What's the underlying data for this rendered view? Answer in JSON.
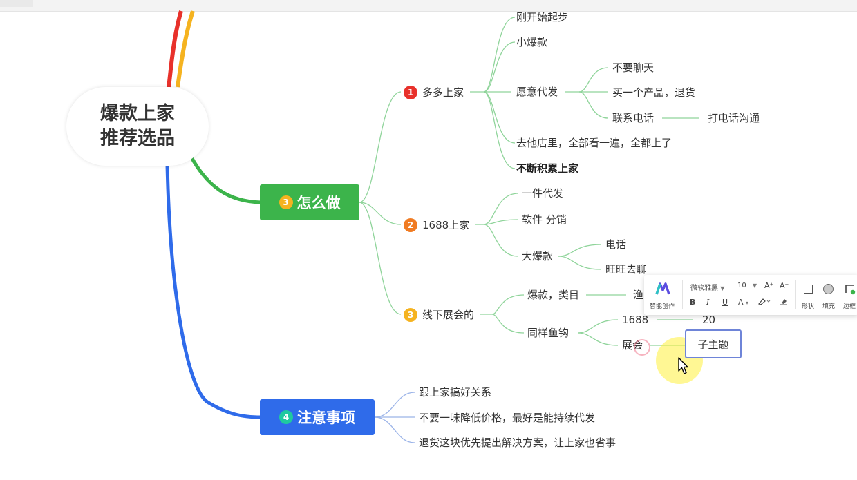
{
  "root": {
    "line1": "爆款上家",
    "line2": "推荐选品"
  },
  "how": {
    "badge": "3",
    "label": "怎么做",
    "pdd": {
      "badge": "1",
      "label": "多多上家",
      "items": {
        "start": "刚开始起步",
        "small": "小爆款",
        "willing": "愿意代发",
        "nochat": "不要聊天",
        "buyone": "买一个产品，退货",
        "contact": "联系电话",
        "call": "打电话沟通",
        "visit": "去他店里，全部看一遍，全都上了",
        "accumulate": "不断积累上家"
      }
    },
    "s1688": {
      "badge": "2",
      "label": "1688上家",
      "items": {
        "dropship": "一件代发",
        "software": "软件 分销",
        "bighit": "大爆款",
        "phone": "电话",
        "wangwang": "旺旺去聊"
      }
    },
    "expo": {
      "badge": "3",
      "label": "线下展会的",
      "items": {
        "category": "爆款，类目",
        "fish": "渔",
        "hook": "同样鱼钩",
        "c1688": "1688",
        "n20": "20",
        "expo": "展会",
        "subtopic": "子主题"
      }
    }
  },
  "notes": {
    "badge": "4",
    "label": "注意事项",
    "items": [
      "跟上家搞好关系",
      "不要一味降低价格，最好是能持续代发",
      "退货这块优先提出解决方案，让上家也省事"
    ]
  },
  "toolbar": {
    "ai_label": "智能创作",
    "font": "微软雅黑",
    "size": "10",
    "grow": "A⁺",
    "shrink": "A⁻",
    "bold": "B",
    "italic": "I",
    "underline": "U",
    "color": "A",
    "shape": "形状",
    "fill": "填充",
    "border": "边框"
  },
  "colors": {
    "green": "#3cb44b",
    "blue": "#2f6bea",
    "red": "#e8312b",
    "orange": "#f07b22",
    "yellow": "#f5b320",
    "teal": "#1fc9a0",
    "line_green": "#8fd49a",
    "line_blue": "#9ab3e8"
  }
}
